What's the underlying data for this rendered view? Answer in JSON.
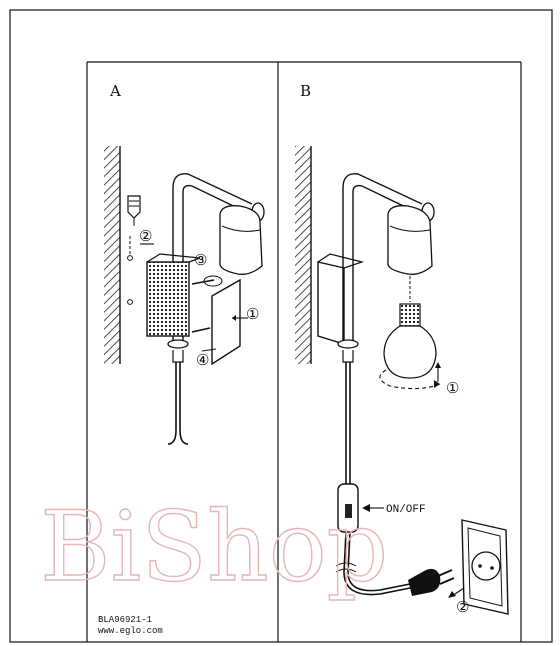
{
  "panels": {
    "a": {
      "label": "A"
    },
    "b": {
      "label": "B"
    }
  },
  "callouts": {
    "a1": "①",
    "a2": "②",
    "a3": "③",
    "a4": "④",
    "b1": "①",
    "b2": "②"
  },
  "switch_label": "ON/OFF",
  "footer": {
    "code": "BLA96921-1",
    "website": "www.eglo.com"
  },
  "watermark": "BiShop"
}
